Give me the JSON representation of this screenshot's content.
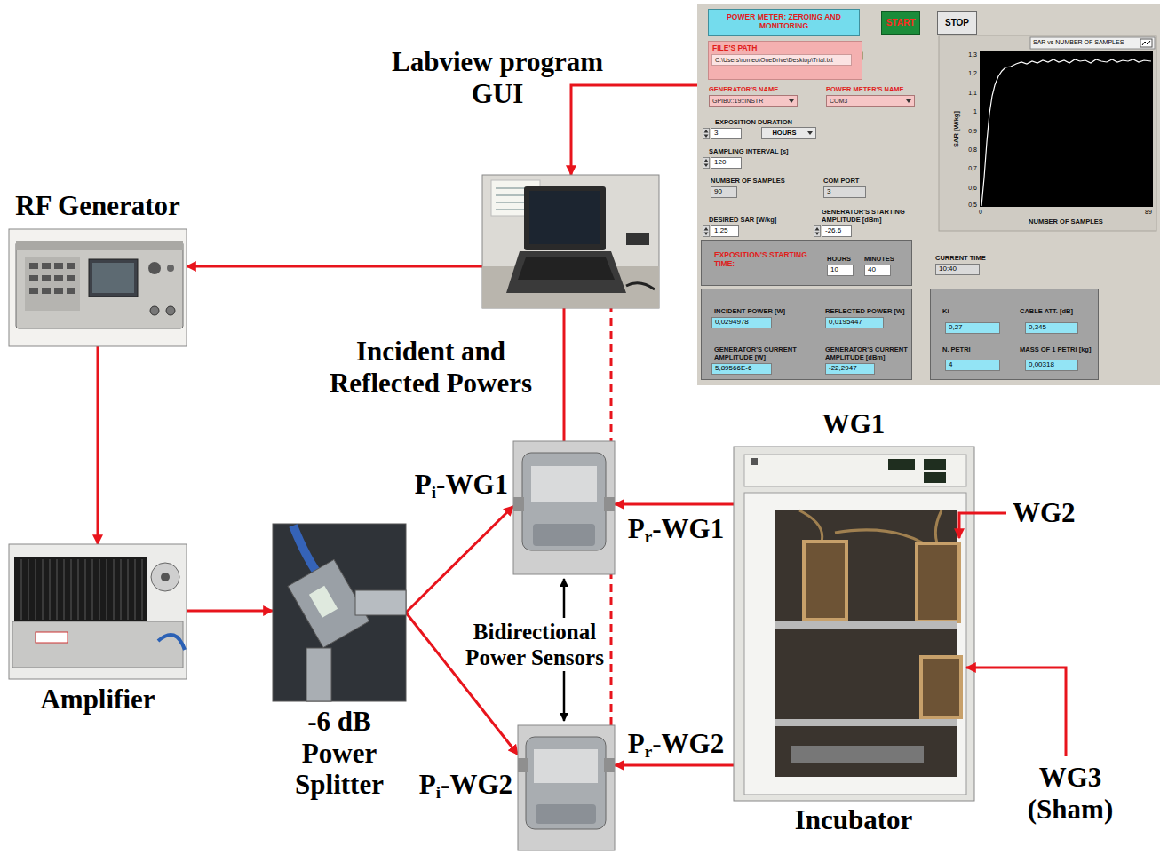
{
  "diagram": {
    "nodes": [
      {
        "text": [
          "GENERATOR'S NAME",
          "POWER METER'S NAME",
          "EXPOSITION DURATION",
          "SAMPLING INTERVAL [s]",
          "NUMBER OF SAMPLES",
          "COM PORT",
          "DESIRED SAR [W/kg]",
          "GENERATOR'S STARTING AMPLITUDE [dBm]",
          "CURRENT TIME"
        ]
      },
      {
        "text": [
          "POWER METER: ZEROING AND MONITORING"
        ],
        "in": 0
      },
      {
        "text": [
          "START"
        ],
        "in": 0
      },
      {
        "text": [
          "STOP"
        ],
        "in": 0
      },
      {
        "text": [
          "FILE'S PATH"
        ],
        "in": 0
      },
      {
        "text": [
          "C:\\Users\\romeo\\OneDrive\\Desktop\\Trial.txt"
        ],
        "in": 4
      },
      {
        "text": [
          "GPIB0::19::INSTR"
        ],
        "in": 0
      },
      {
        "text": [
          "COM3"
        ],
        "in": 0
      },
      {
        "text": [
          "3"
        ],
        "in": 0
      },
      {
        "text": [
          "HOURS"
        ],
        "in": 0
      },
      {
        "text": [
          "120"
        ],
        "in": 0
      },
      {
        "text": [
          "90"
        ],
        "in": 0
      },
      {
        "text": [
          "3"
        ],
        "in": 0
      },
      {
        "text": [
          "1,25"
        ],
        "in": 0
      },
      {
        "text": [
          "-26,6"
        ],
        "in": 0
      },
      {
        "text": [
          "SAR [W/kg]",
          "NUMBER OF SAMPLES"
        ],
        "in": 0
      },
      {
        "text": [
          "EXPOSITION'S STARTING TIME:",
          "HOURS",
          "MINUTES"
        ],
        "in": 0
      },
      {
        "text": [
          "10"
        ],
        "in": 16
      },
      {
        "text": [
          "40"
        ],
        "in": 16
      },
      {
        "text": [
          "10:40"
        ],
        "in": 0
      },
      {
        "text": [
          "INCIDENT POWER [W]",
          "REFLECTED POWER [W]",
          "GENERATOR'S CURRENT AMPLITUDE [W]",
          "GENERATOR'S CURRENT AMPLITUDE [dBm]"
        ],
        "in": 0
      },
      {
        "text": [
          "0,0294978"
        ],
        "in": 20
      },
      {
        "text": [
          "0,0195447"
        ],
        "in": 20
      },
      {
        "text": [
          "5,89566E-6"
        ],
        "in": 20
      },
      {
        "text": [
          "-22,2947"
        ],
        "in": 20
      },
      {
        "text": [
          "Ki",
          "CABLE ATT. [dB]",
          "N. PETRI",
          "MASS OF 1 PETRI [kg]"
        ],
        "in": 0
      },
      {
        "text": [
          "0,27"
        ],
        "in": 25
      },
      {
        "text": [
          "0,345"
        ],
        "in": 25
      },
      {
        "text": [
          "4"
        ],
        "in": 25
      },
      {
        "text": [
          "0,00318"
        ],
        "in": 25
      },
      {
        "text": [
          "Labview program GUI"
        ]
      },
      {
        "text": [
          "RF Generator"
        ]
      },
      {
        "text": [
          "Amplifier"
        ]
      },
      {
        "text": [
          "-6 dB Power Splitter"
        ]
      },
      {
        "text": [
          "Pi-WG1"
        ]
      },
      {
        "text": [
          "Pi-WG2"
        ]
      },
      {
        "text": [
          "WG1",
          "Incubator"
        ]
      }
    ],
    "edges": [
      {
        "from": 0,
        "to": 30,
        "arrow": "to"
      },
      {
        "from": 30,
        "to": 31,
        "arrow": "to"
      },
      {
        "from": 31,
        "to": 32,
        "arrow": "to"
      },
      {
        "from": 32,
        "to": 33,
        "arrow": "to"
      },
      {
        "from": 33,
        "to": 34,
        "arrow": "to"
      },
      {
        "from": 33,
        "to": 35,
        "arrow": "to"
      },
      {
        "from": 36,
        "to": 34,
        "label": "Pr-WG1",
        "arrow": "to"
      },
      {
        "from": 36,
        "to": 35,
        "label": "Pr-WG2",
        "arrow": "to"
      },
      {
        "from": 34,
        "to": 30,
        "label": "Incident and Reflected Powers",
        "arrow": "none"
      },
      {
        "from": 35,
        "to": 30,
        "arrow": "none"
      }
    ],
    "labels": [
      "Bidirectional Power Sensors",
      "WG2",
      "WG3 (Sham)",
      "1,3",
      "1,2",
      "1,1",
      "1",
      "0,9",
      "0,8",
      "0,7",
      "0,6",
      "0,5",
      "0",
      "89"
    ],
    "legend": [
      {
        "text": "SAR vs NUMBER OF SAMPLES"
      }
    ]
  }
}
